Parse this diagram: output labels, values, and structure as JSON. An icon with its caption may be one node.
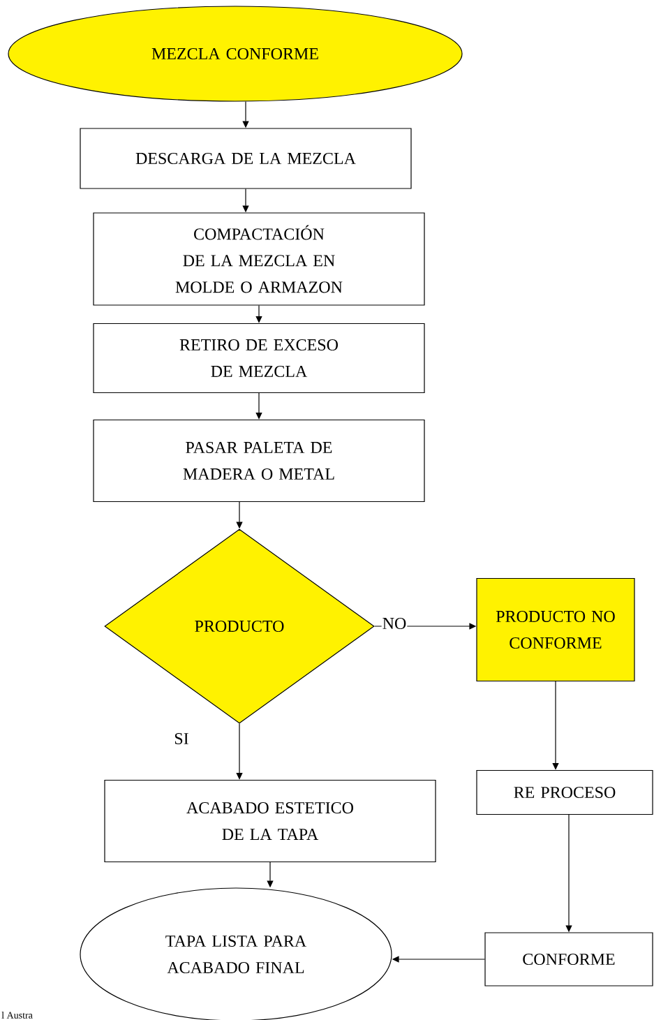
{
  "diagram": {
    "nodes": [
      {
        "text": [
          "MEZCLA CONFORME"
        ]
      },
      {
        "text": [
          "DESCARGA DE LA MEZCLA"
        ]
      },
      {
        "text": [
          "COMPACTACIÓN DE LA MEZCLA EN MOLDE O ARMAZON"
        ]
      },
      {
        "text": [
          "RETIRO DE EXCESO DE MEZCLA"
        ]
      },
      {
        "text": [
          "PASAR PALETA DE MADERA O METAL"
        ]
      },
      {
        "text": [
          "PRODUCTO"
        ]
      },
      {
        "text": [
          "PRODUCTO NO CONFORME"
        ]
      },
      {
        "text": [
          "RE PROCESO"
        ]
      },
      {
        "text": [
          "ACABADO ESTETICO DE LA TAPA"
        ]
      },
      {
        "text": [
          "TAPA LISTA PARA ACABADO FINAL"
        ]
      },
      {
        "text": [
          "CONFORME"
        ]
      }
    ],
    "edges": [
      {
        "from": 0,
        "to": 1,
        "arrow": "to"
      },
      {
        "from": 1,
        "to": 2,
        "arrow": "to"
      },
      {
        "from": 2,
        "to": 3,
        "arrow": "to"
      },
      {
        "from": 3,
        "to": 4,
        "arrow": "to"
      },
      {
        "from": 4,
        "to": 5,
        "arrow": "to"
      },
      {
        "from": 5,
        "to": 6,
        "arrow": "to",
        "label": "NO"
      },
      {
        "from": 5,
        "to": 8,
        "arrow": "to",
        "label": "SI"
      },
      {
        "from": 6,
        "to": 7,
        "arrow": "to"
      },
      {
        "from": 7,
        "to": 10,
        "arrow": "to"
      },
      {
        "from": 10,
        "to": 9,
        "arrow": "to"
      },
      {
        "from": 8,
        "to": 9,
        "arrow": "to"
      }
    ],
    "labels": [
      "l Austra"
    ]
  }
}
